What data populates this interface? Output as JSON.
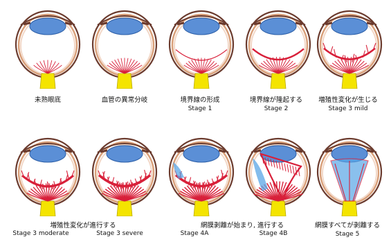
{
  "row1": [
    {
      "ja": "未熟眼底",
      "stage": ""
    },
    {
      "ja": "血管の異常分岐",
      "stage": ""
    },
    {
      "ja": "境界線の形成",
      "stage": "Stage 1"
    },
    {
      "ja": "境界線が隆起する",
      "stage": "Stage 2"
    },
    {
      "ja": "増殖性変化が生じる",
      "stage": "Stage 3 mild"
    }
  ],
  "row2": {
    "group1_ja": "増殖性変化が進行する",
    "group1_stages": [
      "Stage 3 moderate",
      "Stage 3 severe"
    ],
    "group2_ja": "網膜剥離が始まり, 進行する",
    "group2_stages": [
      "Stage 4A",
      "Stage 4B"
    ],
    "group3_ja": "網膜すべてが剥離する",
    "group3_stage": "Stage 5"
  },
  "colors": {
    "sclera": "#6b3b2e",
    "retina": "#d9a07a",
    "choroid": "#f2d8c8",
    "lens": "#5b8fd6",
    "vessel": "#d8203a",
    "nerve": "#f4e400",
    "detach_blue": "#5aa6e6"
  }
}
